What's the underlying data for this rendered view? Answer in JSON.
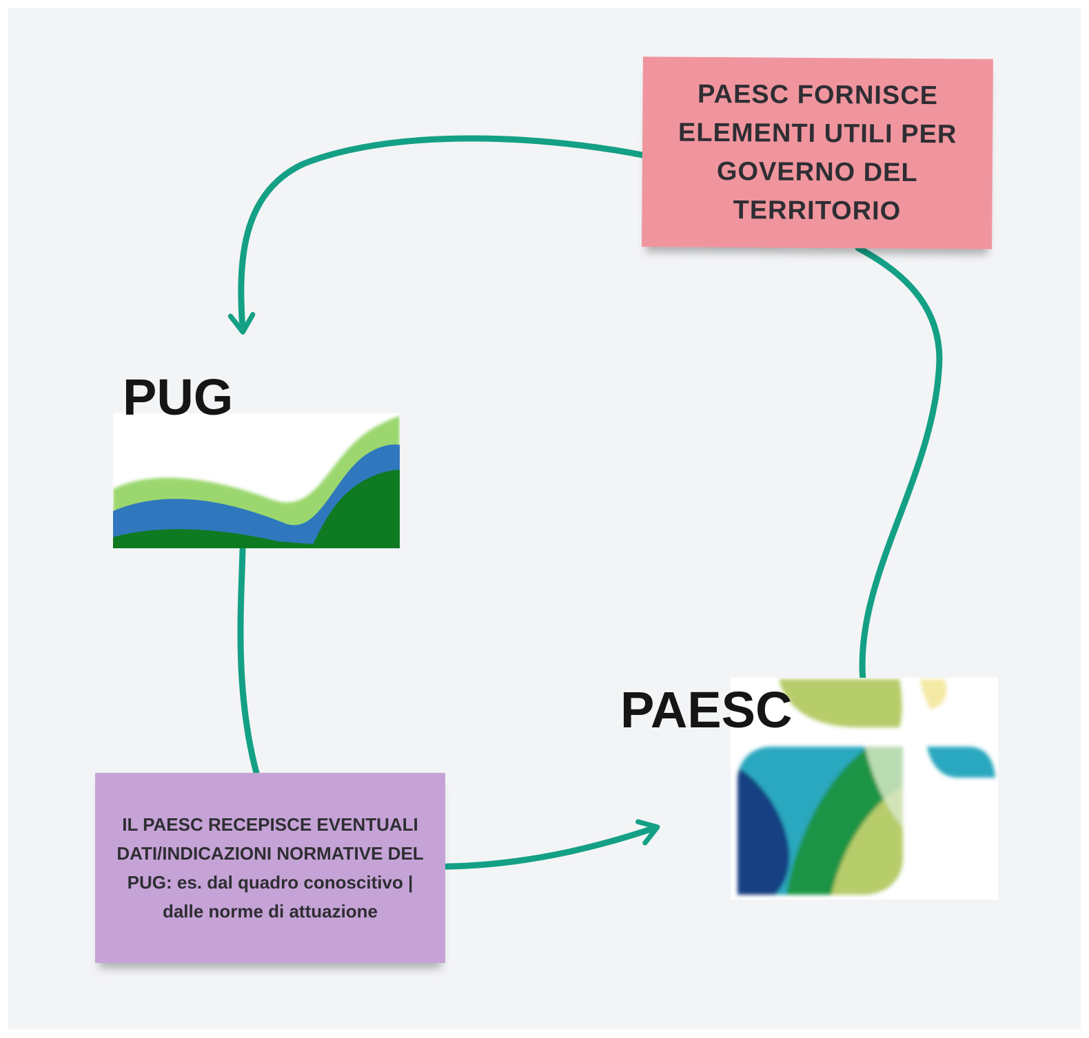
{
  "colors": {
    "canvas": "#f3f4f6",
    "connector": "#14a085",
    "note_pink": "#f0959e",
    "note_purple": "#c6a3d6",
    "pug_light_green": "#9bd76e",
    "pug_blue": "#2f78bd",
    "pug_dark_green": "#0e7a22",
    "paesc_navy": "#123f82",
    "paesc_teal": "#2aa8bf",
    "paesc_green": "#1a9444",
    "paesc_lime": "#b7cc6a",
    "paesc_yellow": "#f5e9a6"
  },
  "notes": {
    "pink": {
      "text": "PAESC FORNISCE ELEMENTI UTILI PER GOVERNO DEL TERRITORIO"
    },
    "purple": {
      "text": "IL PAESC RECEPISCE EVENTUALI DATI/INDICAZIONI NORMATIVE DEL PUG: es. dal quadro conoscitivo | dalle norme di attuazione"
    }
  },
  "labels": {
    "pug": "PUG",
    "paesc": "PAESC"
  },
  "icons": {
    "pug_logo": "pug-logo-icon",
    "paesc_logo": "paesc-logo-icon",
    "arrowhead": "arrowhead-icon"
  }
}
